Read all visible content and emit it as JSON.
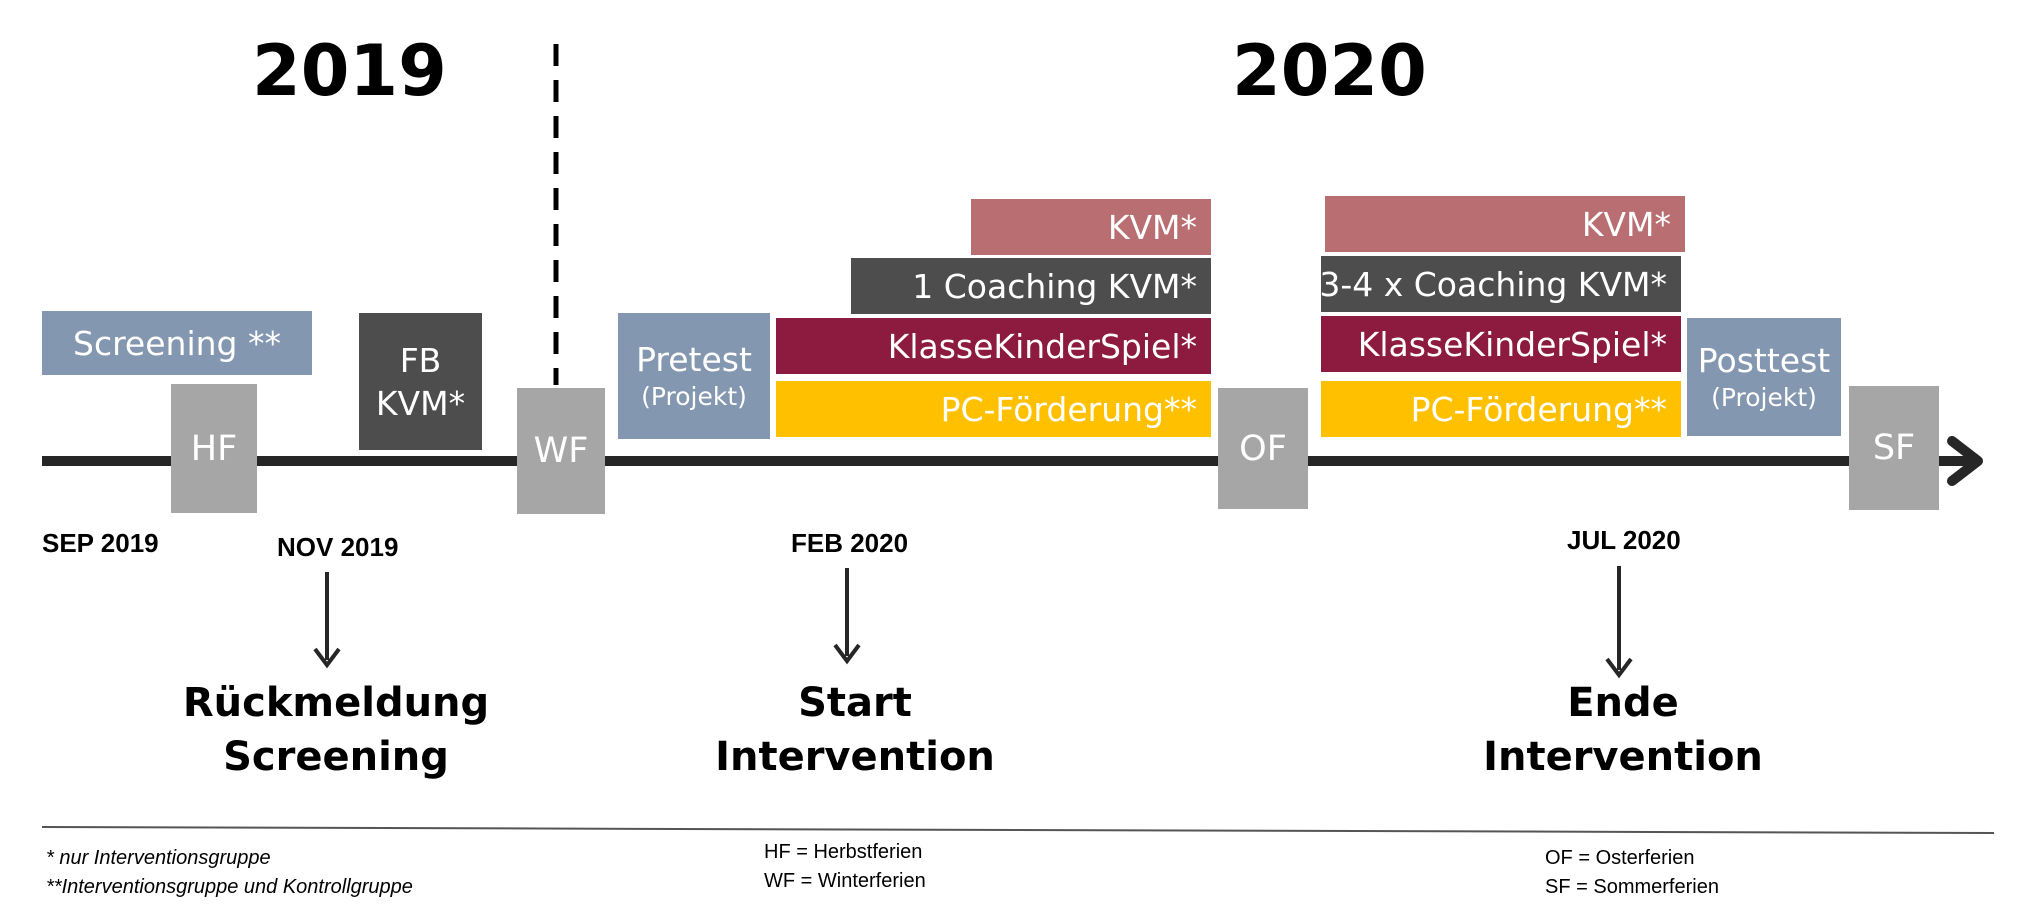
{
  "years": {
    "left": "2019",
    "right": "2020"
  },
  "colors": {
    "screening_blue": "#8497b0",
    "dark_gray": "#4d4d4d",
    "kvm_rose": "#b96f71",
    "klasse_crimson": "#8d1a3f",
    "pc_yellow": "#ffc000",
    "ferien_gray": "#a6a6a6",
    "axis": "#262626"
  },
  "bars": {
    "screening": "Screening **",
    "fb_line1": "FB",
    "fb_line2": "KVM*",
    "pretest": "Pretest",
    "pretest_sub": "(Projekt)",
    "posttest": "Posttest",
    "posttest_sub": "(Projekt)",
    "kvm_1": "KVM*",
    "coaching_1": "1 Coaching KVM*",
    "klasse_1": "KlasseKinderSpiel*",
    "pc_1": "PC-Förderung**",
    "kvm_2": "KVM*",
    "coaching_2": "3-4 x Coaching KVM*",
    "klasse_2": "KlasseKinderSpiel*",
    "pc_2": "PC-Förderung**"
  },
  "ferien": {
    "hf": "HF",
    "wf": "WF",
    "of": "OF",
    "sf": "SF"
  },
  "dates": {
    "sep": "SEP 2019",
    "nov": "NOV 2019",
    "feb": "FEB 2020",
    "jul": "JUL 2020"
  },
  "milestones": {
    "m1_line1": "Rückmeldung",
    "m1_line2": "Screening",
    "m2_line1": "Start",
    "m2_line2": "Intervention",
    "m3_line1": "Ende",
    "m3_line2": "Intervention"
  },
  "legend": {
    "star": "* nur Interventionsgruppe",
    "double_star": "**Interventionsgruppe und Kontrollgruppe",
    "hf": "HF = Herbstferien",
    "wf": "WF = Winterferien",
    "of": "OF = Osterferien",
    "sf": "SF = Sommerferien"
  }
}
